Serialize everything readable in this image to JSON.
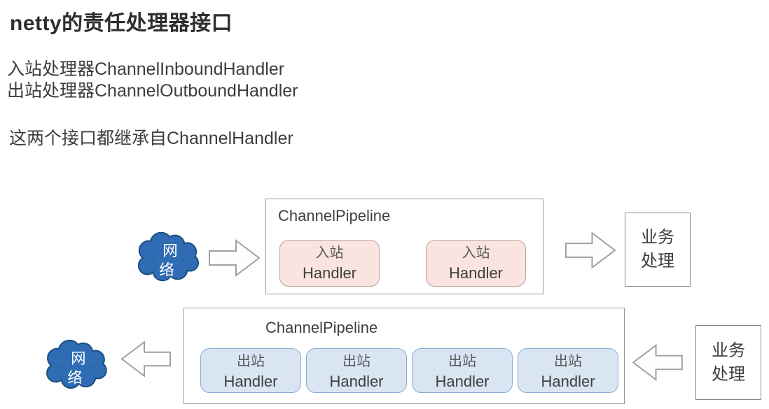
{
  "header": {
    "title": "netty的责任处理器接口"
  },
  "notes": {
    "inbound": "入站处理器ChannelInboundHandler",
    "outbound": "出站处理器ChannelOutboundHandler",
    "inherit": "这两个接口都继承自ChannelHandler"
  },
  "colors": {
    "cloud_fill": "#2f6cb4",
    "cloud_stroke": "#1c4e7e",
    "inbound_fill": "#f9e4df",
    "inbound_border": "#c2a09e",
    "outbound_fill": "#d9e5f2",
    "outbound_border": "#89aed6",
    "box_border": "#8d9aa8",
    "text": "#3f3f3f"
  },
  "diagram_top": {
    "cloud": {
      "lines": [
        "网",
        "络"
      ]
    },
    "pipeline": {
      "label": "ChannelPipeline",
      "handlers": [
        {
          "line1": "入站",
          "line2": "Handler"
        },
        {
          "line1": "入站",
          "line2": "Handler"
        }
      ]
    },
    "business": {
      "lines": [
        "业务",
        "处理"
      ]
    }
  },
  "diagram_bottom": {
    "cloud": {
      "lines": [
        "网",
        "络"
      ]
    },
    "pipeline": {
      "label": "ChannelPipeline",
      "handlers": [
        {
          "line1": "出站",
          "line2": "Handler"
        },
        {
          "line1": "出站",
          "line2": "Handler"
        },
        {
          "line1": "出站",
          "line2": "Handler"
        },
        {
          "line1": "出站",
          "line2": "Handler"
        }
      ]
    },
    "business": {
      "lines": [
        "业务",
        "处理"
      ]
    }
  }
}
